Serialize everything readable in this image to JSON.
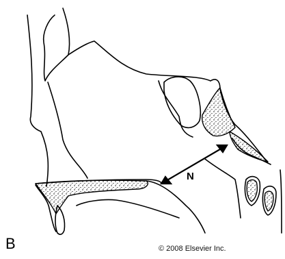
{
  "figure": {
    "panel_label": "B",
    "measurement_label": "N",
    "copyright": "© 2008 Elsevier Inc."
  },
  "colors": {
    "ink": "#000000",
    "background": "#ffffff"
  }
}
